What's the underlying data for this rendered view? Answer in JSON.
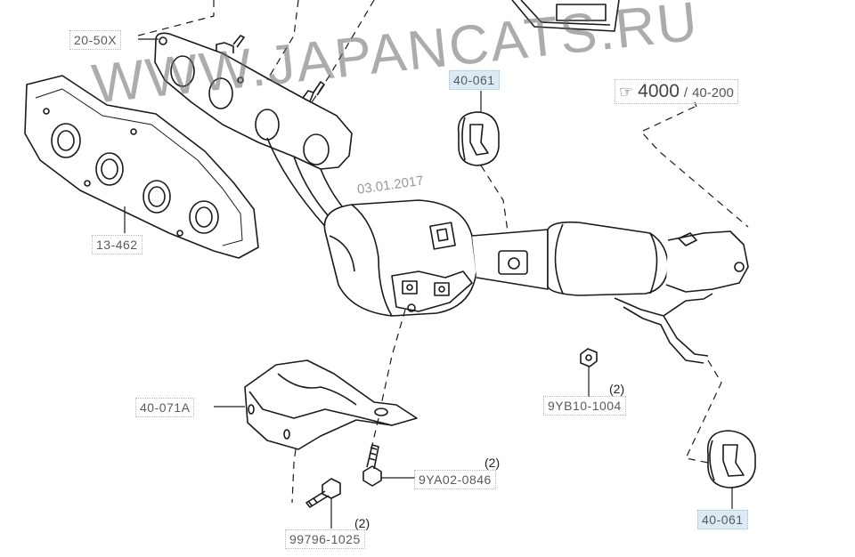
{
  "watermark": "WWW.JAPANCATS.RU",
  "date_stamp": "03.01.2017",
  "reference": {
    "icon": "pointing-hand-icon",
    "number": "4000",
    "separator": "/",
    "group": "40-200"
  },
  "callouts": {
    "manifold": "20-50X",
    "gasket": "13-462",
    "rubber_top": "40-061",
    "rubber_bottom": "40-061",
    "bracket": "40-071A",
    "nut": "9YB10-1004",
    "bolt_small": "9YA02-0846",
    "bolt_large": "99796-1025"
  },
  "quantities": {
    "nut": "(2)",
    "bolt_small": "(2)",
    "bolt_large": "(2)"
  },
  "colors": {
    "line": "#1a1a1a",
    "highlight": "#dbeaf5",
    "callout_text": "#5a5a5a"
  }
}
